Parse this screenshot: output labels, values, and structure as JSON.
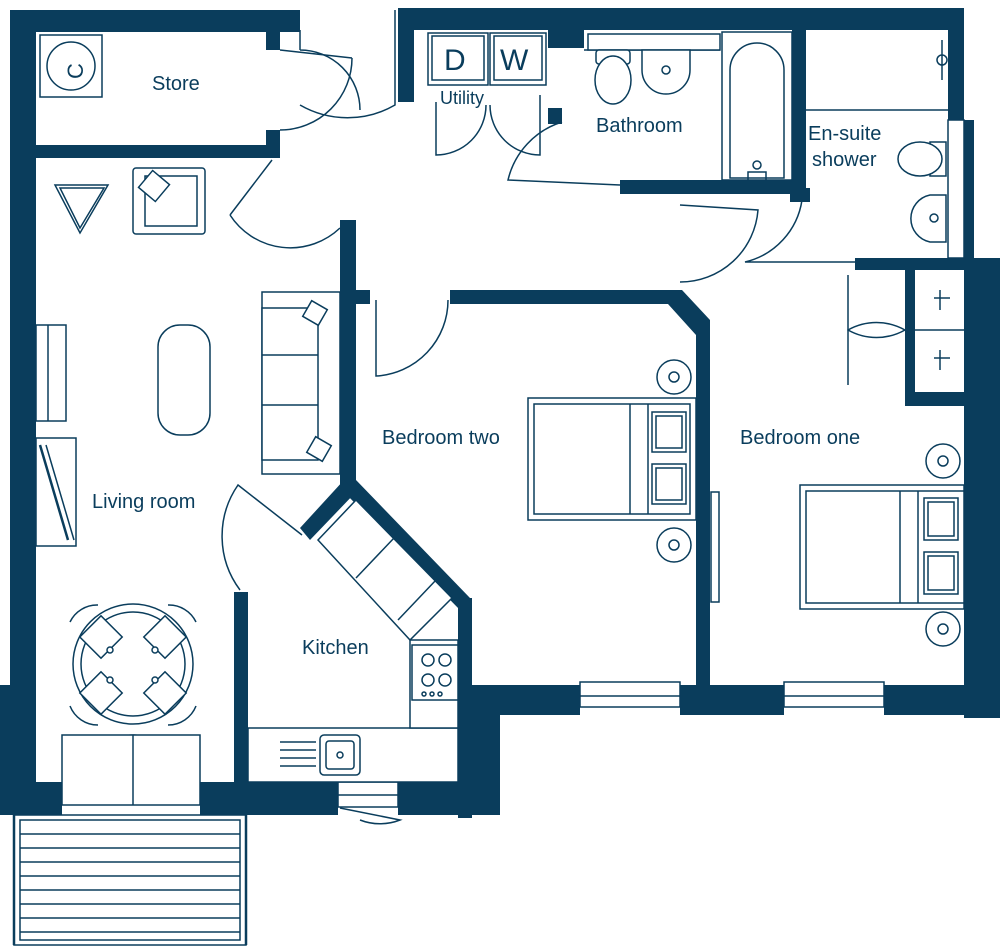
{
  "colors": {
    "wall": "#0a3d5c",
    "background": "#ffffff"
  },
  "rooms": {
    "store": "Store",
    "utility": "Utility",
    "bathroom": "Bathroom",
    "ensuite_line1": "En-suite",
    "ensuite_line2": "shower",
    "living_room": "Living room",
    "kitchen": "Kitchen",
    "bedroom_two": "Bedroom two",
    "bedroom_one": "Bedroom one"
  },
  "appliances": {
    "dishwasher": "D",
    "washer": "W"
  },
  "icons": [
    "boiler-icon",
    "door-swing-icon",
    "bed-icon",
    "sofa-icon",
    "armchair-icon",
    "dining-table-icon",
    "hob-icon",
    "sink-icon",
    "toilet-icon",
    "basin-icon",
    "bath-icon",
    "shower-icon",
    "wardrobe-icon",
    "lamp-icon",
    "balcony-icon"
  ]
}
